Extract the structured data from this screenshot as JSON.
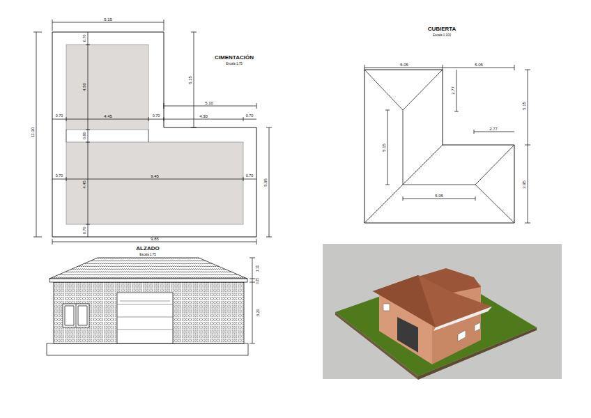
{
  "diagram": {
    "labels": [
      "CIMENTACIÓN",
      "Escala 1:75",
      "5.15",
      "0.70",
      "4.50",
      "5.15",
      "5.10",
      "0.70",
      "4.45",
      "0.70",
      "4.30",
      "0.70",
      "0.80",
      "0.70",
      "9.45",
      "0.70",
      "4.45",
      "0.70",
      "9.85",
      "5.95",
      "11.30",
      "CUBIERTA",
      "Escala 1:100",
      "5.05",
      "5.05",
      "2.77",
      "2.77",
      "5.15",
      "5.15",
      "3.95",
      "5.05",
      "ALZADO",
      "Escala 1:75",
      "1.11",
      "0.25",
      "3.20"
    ]
  }
}
